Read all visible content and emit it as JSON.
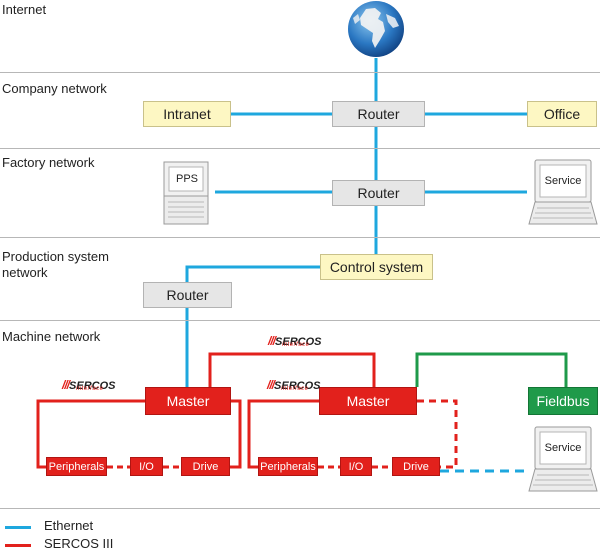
{
  "sections": {
    "internet": "Internet",
    "company": "Company network",
    "factory": "Factory network",
    "production": "Production system\nnetwork",
    "machine": "Machine network"
  },
  "nodes": {
    "intranet": "Intranet",
    "router1": "Router",
    "office": "Office",
    "router2": "Router",
    "pps": "PPS",
    "service_top": "Service",
    "control_system": "Control system",
    "router3": "Router",
    "master1": "Master",
    "master2": "Master",
    "fieldbus": "Fieldbus",
    "service_bottom": "Service",
    "peripherals1": "Peripherals",
    "io1": "I/O",
    "drive1": "Drive",
    "peripherals2": "Peripherals",
    "io2": "I/O",
    "drive2": "Drive"
  },
  "logo": {
    "word": "SERCOS",
    "sub": "interface"
  },
  "legend": {
    "ethernet": "Ethernet",
    "sercos": "SERCOS III"
  },
  "colors": {
    "ethernet": "#1ea7de",
    "sercos": "#e2211c",
    "fieldbus": "#1f9a4a"
  }
}
